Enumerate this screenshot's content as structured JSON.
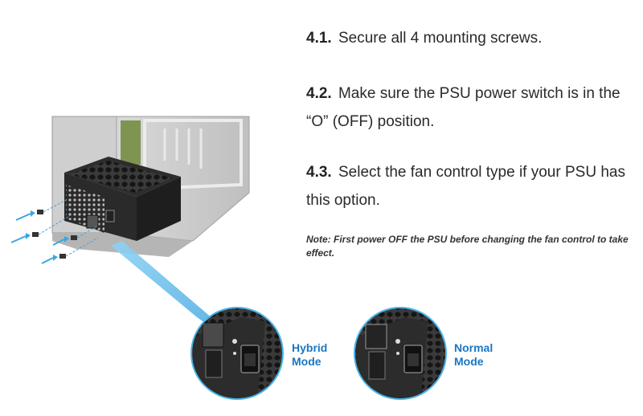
{
  "steps": [
    {
      "num": "4.1.",
      "text": "Secure all 4 mounting screws."
    },
    {
      "num": "4.2.",
      "text": "Make sure the PSU power switch is in the “O” (OFF) position."
    },
    {
      "num": "4.3.",
      "text": "Select the fan control type if your PSU has this option."
    }
  ],
  "note": "Note: First power OFF the PSU before changing the fan control to take effect.",
  "modes": {
    "hybrid": {
      "line1": "Hybrid",
      "line2": "Mode"
    },
    "normal": {
      "line1": "Normal",
      "line2": "Mode"
    }
  },
  "colors": {
    "accent": "#1b76c2",
    "callout": "#4bb4e6",
    "screw_arrow": "#3aa6df"
  },
  "icons": [
    "pc-case-illustration",
    "psu-unit",
    "mounting-screw-icon",
    "fan-grill",
    "fan-mode-switch",
    "power-switch"
  ]
}
